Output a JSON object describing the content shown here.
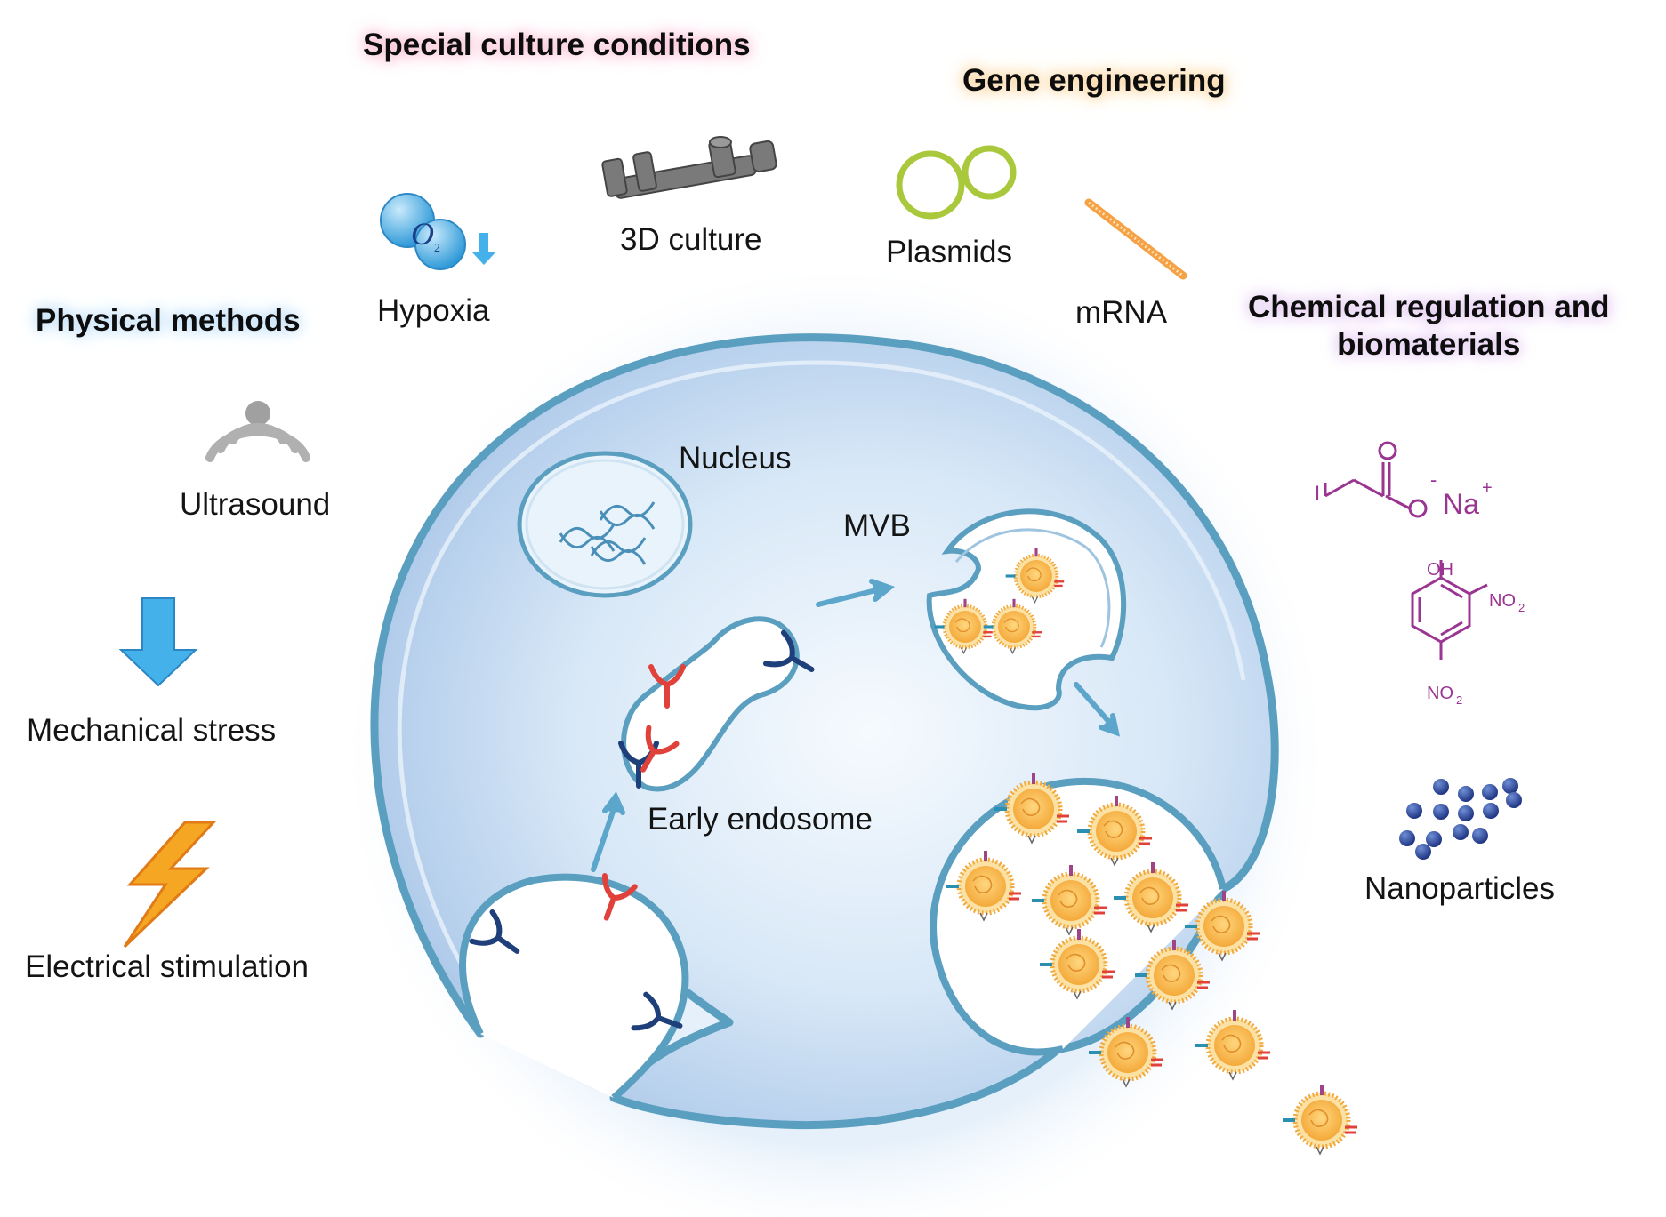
{
  "categories": {
    "physical": {
      "title": "Physical methods",
      "items": [
        "Ultrasound",
        "Mechanical stress",
        "Electrical stimulation"
      ]
    },
    "culture": {
      "title": "Special culture conditions",
      "items": [
        "Hypoxia",
        "3D culture"
      ],
      "o2_symbol": "O",
      "o2_sub": "2"
    },
    "gene": {
      "title": "Gene engineering",
      "items": [
        "Plasmids",
        "mRNA"
      ]
    },
    "chemical": {
      "title_line1": "Chemical regulation and",
      "title_line2": "biomaterials",
      "items": [
        "Nanoparticles"
      ],
      "molecule1": {
        "o_top": "O",
        "i_atom": "I",
        "o_minus": "O",
        "minus": "-",
        "na": "Na",
        "plus": "+"
      },
      "molecule2": {
        "oh": "OH",
        "no2_right": "NO",
        "no2_bottom": "NO",
        "sub": "2"
      }
    }
  },
  "cell": {
    "nucleus": "Nucleus",
    "mvb": "MVB",
    "early_endosome": "Early endosome"
  },
  "colors": {
    "membrane": "#5b9fc0",
    "cytoplasm": "#d4e6f6",
    "exosome_core": "#f6b247",
    "receptor_red": "#e0413b",
    "receptor_navy": "#1f3f7a",
    "chem_purple": "#9a3591",
    "nanoparticle": "#2f4b9c",
    "arrow_blue": "#45b1ea",
    "bolt": "#f5a623"
  },
  "icons": [
    "ultrasound-icon",
    "down-arrow-icon",
    "lightning-icon",
    "o2-bubble-icon",
    "bioreactor-icon",
    "plasmid-icon",
    "mrna-icon",
    "nanoparticles-icon"
  ]
}
